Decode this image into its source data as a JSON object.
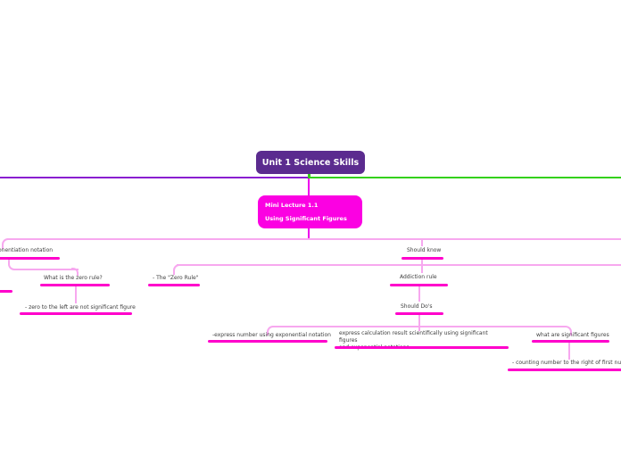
{
  "root": {
    "label": "Unit 1 Science Skills"
  },
  "lecture": {
    "line1": "Mini Lecture 1.1",
    "line2": "Using Significant Figures"
  },
  "nodes": {
    "exponentiation_notation": "onentiation notation",
    "should_know": "Should know",
    "what_is_zero_rule": "What is the zero rule?",
    "the_zero_rule": "- The \"Zero Rule\"",
    "addiction_rule": "Addiction rule",
    "zero_left_not_significant": "- zero to the left are not significant figure",
    "should_dos": "Should Do's",
    "express_number": "-express number using exponential notation",
    "express_calc_line1": "express calculation result scientifically using significant figures",
    "express_calc_line2": "and exponential notations.",
    "what_are_sig_figs": "what are significant figures",
    "counting_number": "- counting number to the right of first numb"
  },
  "colors": {
    "root_box": "#5b2b8f",
    "lecture_box": "#fb01e2",
    "branch_line_left": "#8a1fd0",
    "branch_line_right": "#33d117",
    "trunk_line": "#ee00ee",
    "connector": "#f7a8ef",
    "node_underline": "#ff00cb",
    "node_text": "#3d3d3d"
  }
}
